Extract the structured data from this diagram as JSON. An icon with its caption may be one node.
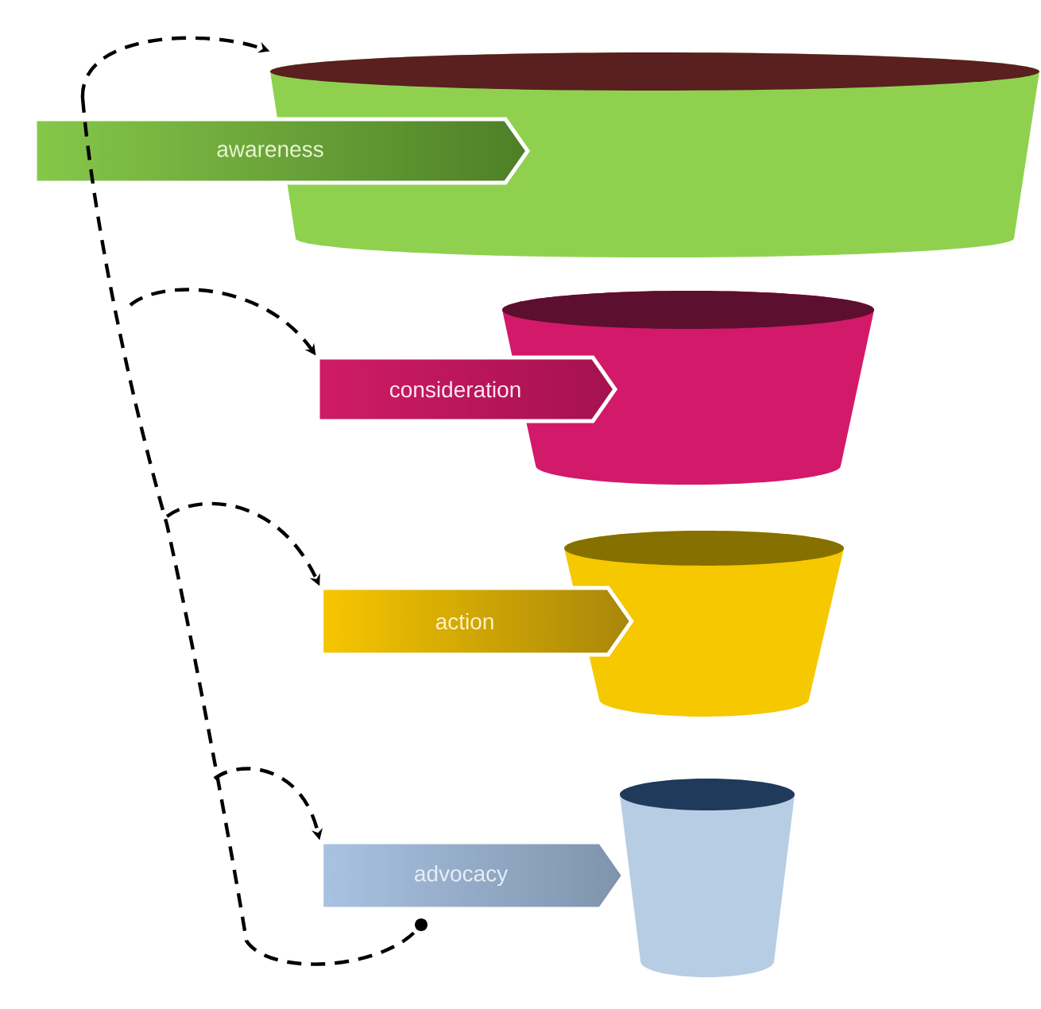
{
  "diagram": {
    "nodes": [
      {
        "text": [],
        "shape": "cup"
      },
      {
        "text": [
          "awareness"
        ]
      },
      {
        "text": [],
        "shape": "cup"
      },
      {
        "text": [
          "consideration"
        ]
      },
      {
        "text": [],
        "shape": "cup"
      },
      {
        "text": [
          "action"
        ]
      },
      {
        "text": [],
        "shape": "cup"
      },
      {
        "text": [
          "advocacy"
        ]
      },
      {
        "text": [],
        "shape": "dot"
      }
    ],
    "edges": [
      {
        "from": null,
        "to": 0,
        "arrow": "to",
        "style": "dashed"
      },
      {
        "from": null,
        "to": 3,
        "arrow": "to",
        "style": "dashed"
      },
      {
        "from": null,
        "to": 5,
        "arrow": "to",
        "style": "dashed"
      },
      {
        "from": null,
        "to": 7,
        "arrow": "to",
        "style": "dashed"
      },
      {
        "from": null,
        "to": 8,
        "arrow": "none",
        "style": "dashed"
      }
    ]
  }
}
